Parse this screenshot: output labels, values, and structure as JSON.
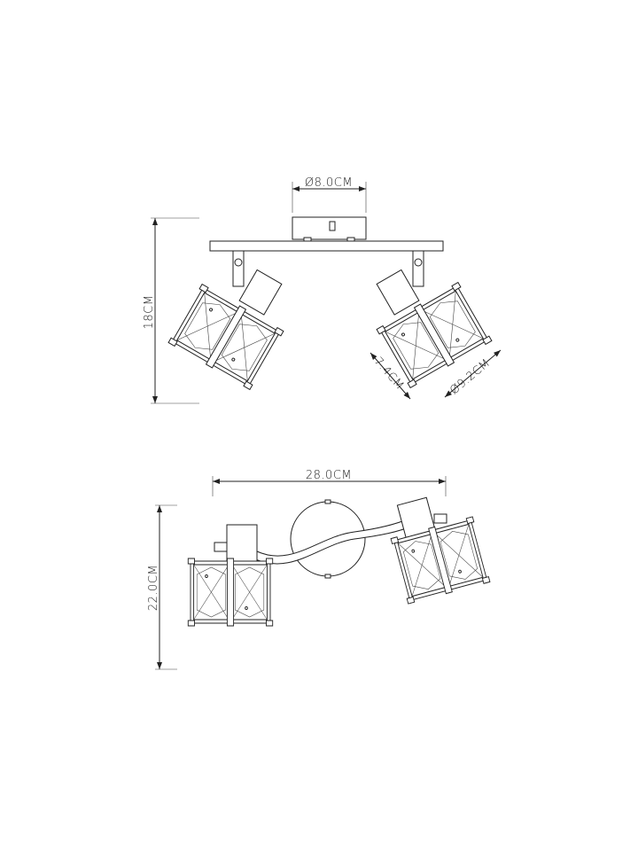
{
  "front_view": {
    "base_diameter": "Ø8.0CM",
    "height": "18CM",
    "shade_length": "7.4CM",
    "shade_diameter": "Ø9.2CM"
  },
  "top_view": {
    "width": "28.0CM",
    "depth": "22.0CM"
  }
}
